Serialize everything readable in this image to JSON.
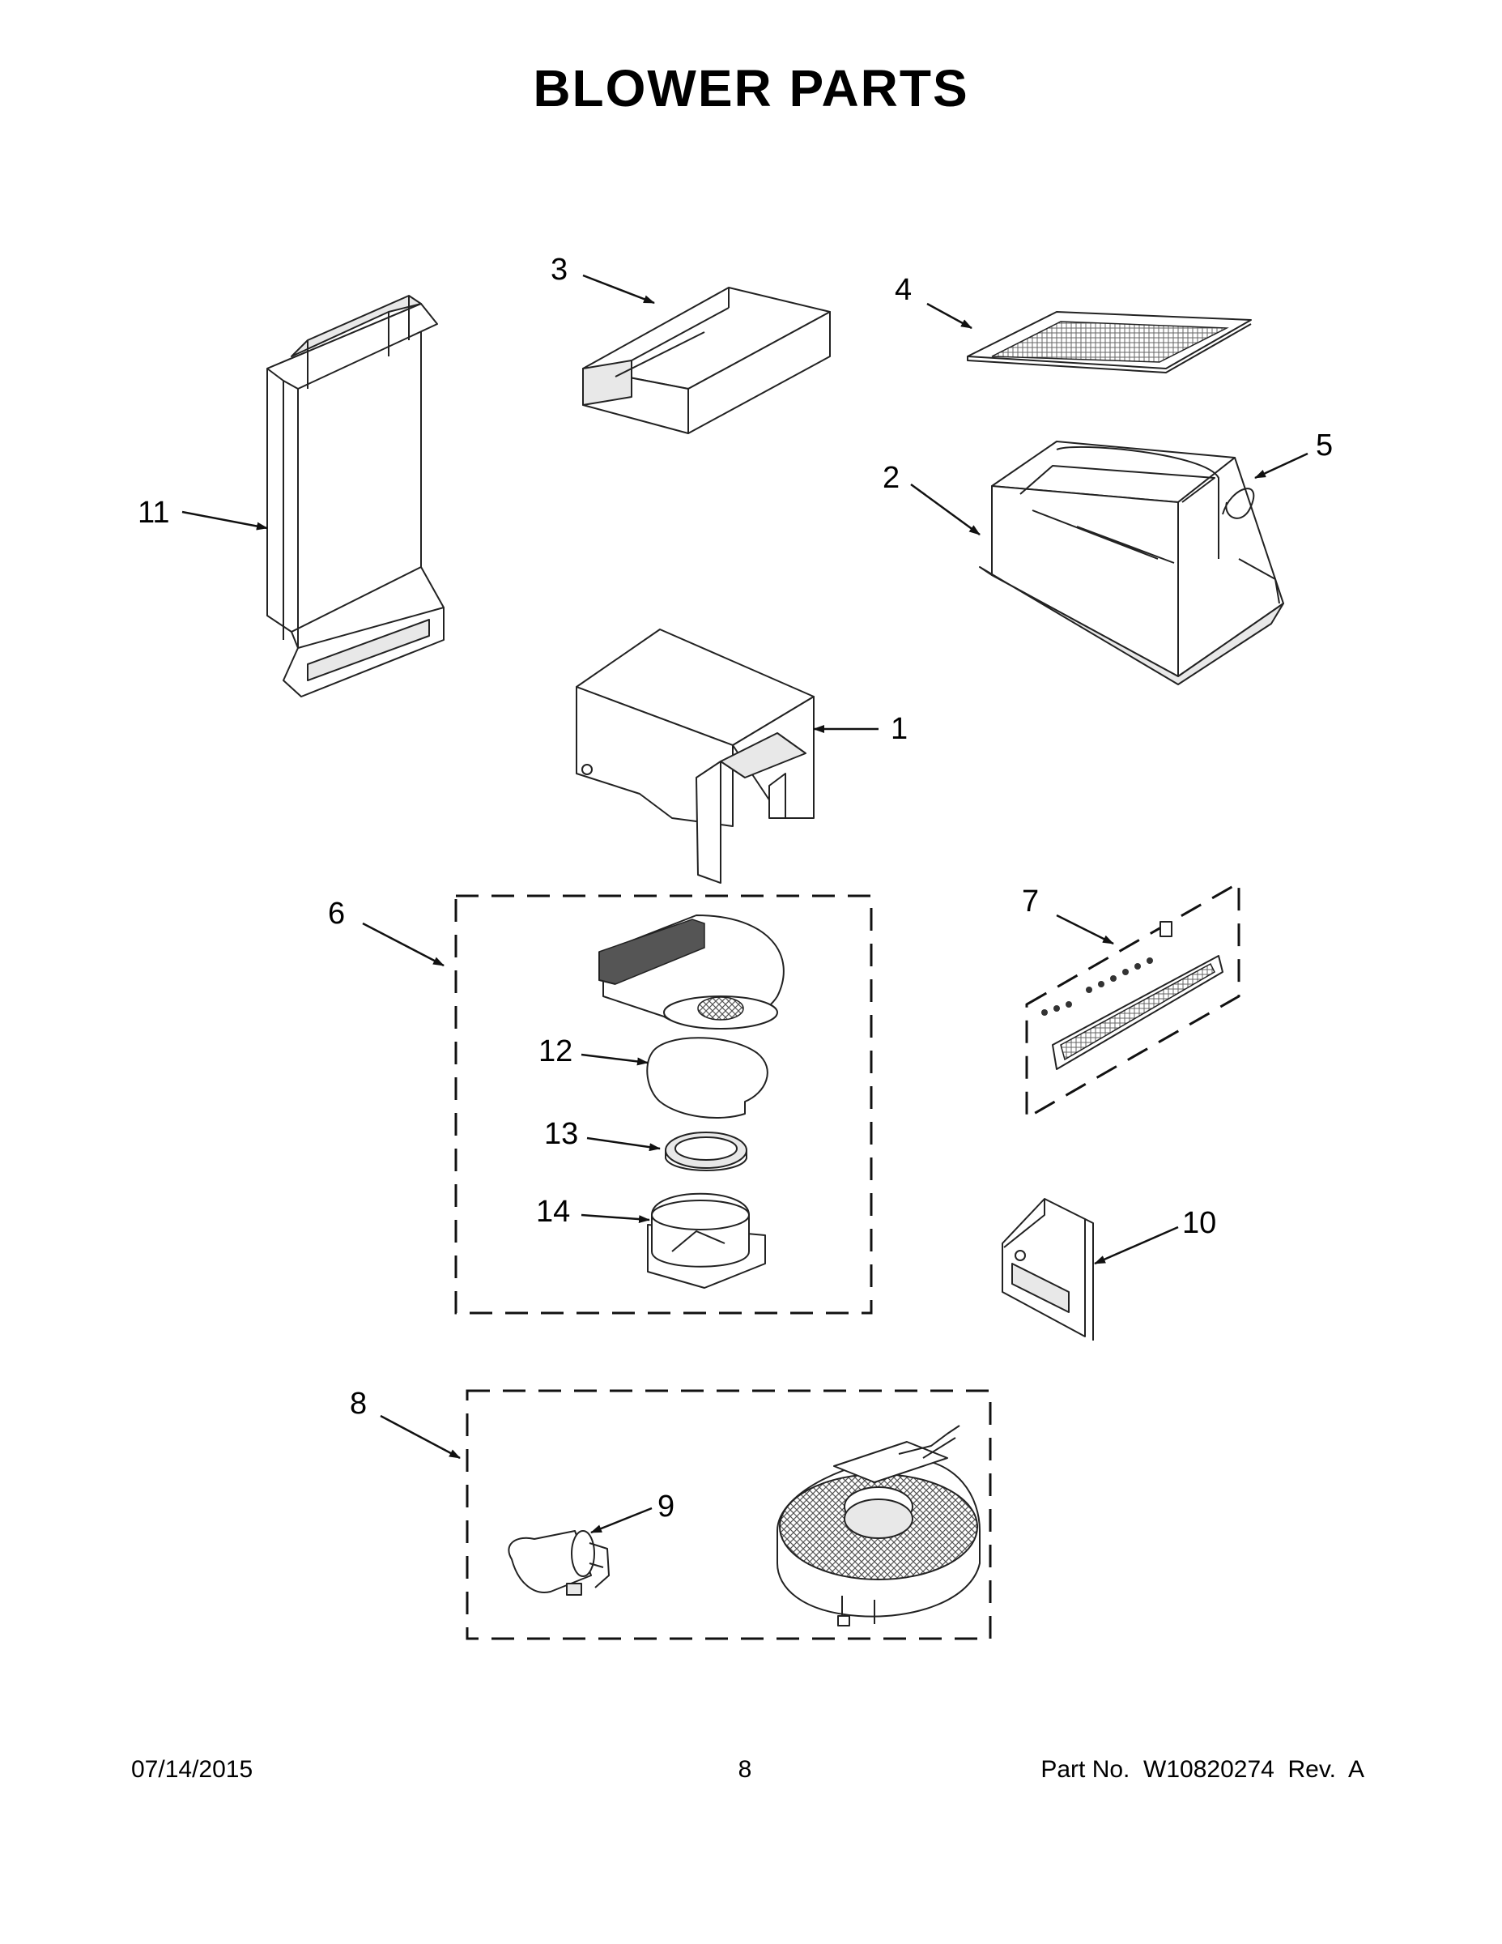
{
  "title": "BLOWER PARTS",
  "footer": {
    "date": "07/14/2015",
    "page": "8",
    "part": "Part No.  W10820274  Rev.  A"
  },
  "callouts": {
    "c1": "1",
    "c2": "2",
    "c3": "3",
    "c4": "4",
    "c5": "5",
    "c6": "6",
    "c7": "7",
    "c8": "8",
    "c9": "9",
    "c10": "10",
    "c11": "11",
    "c12": "12",
    "c13": "13",
    "c14": "14"
  }
}
